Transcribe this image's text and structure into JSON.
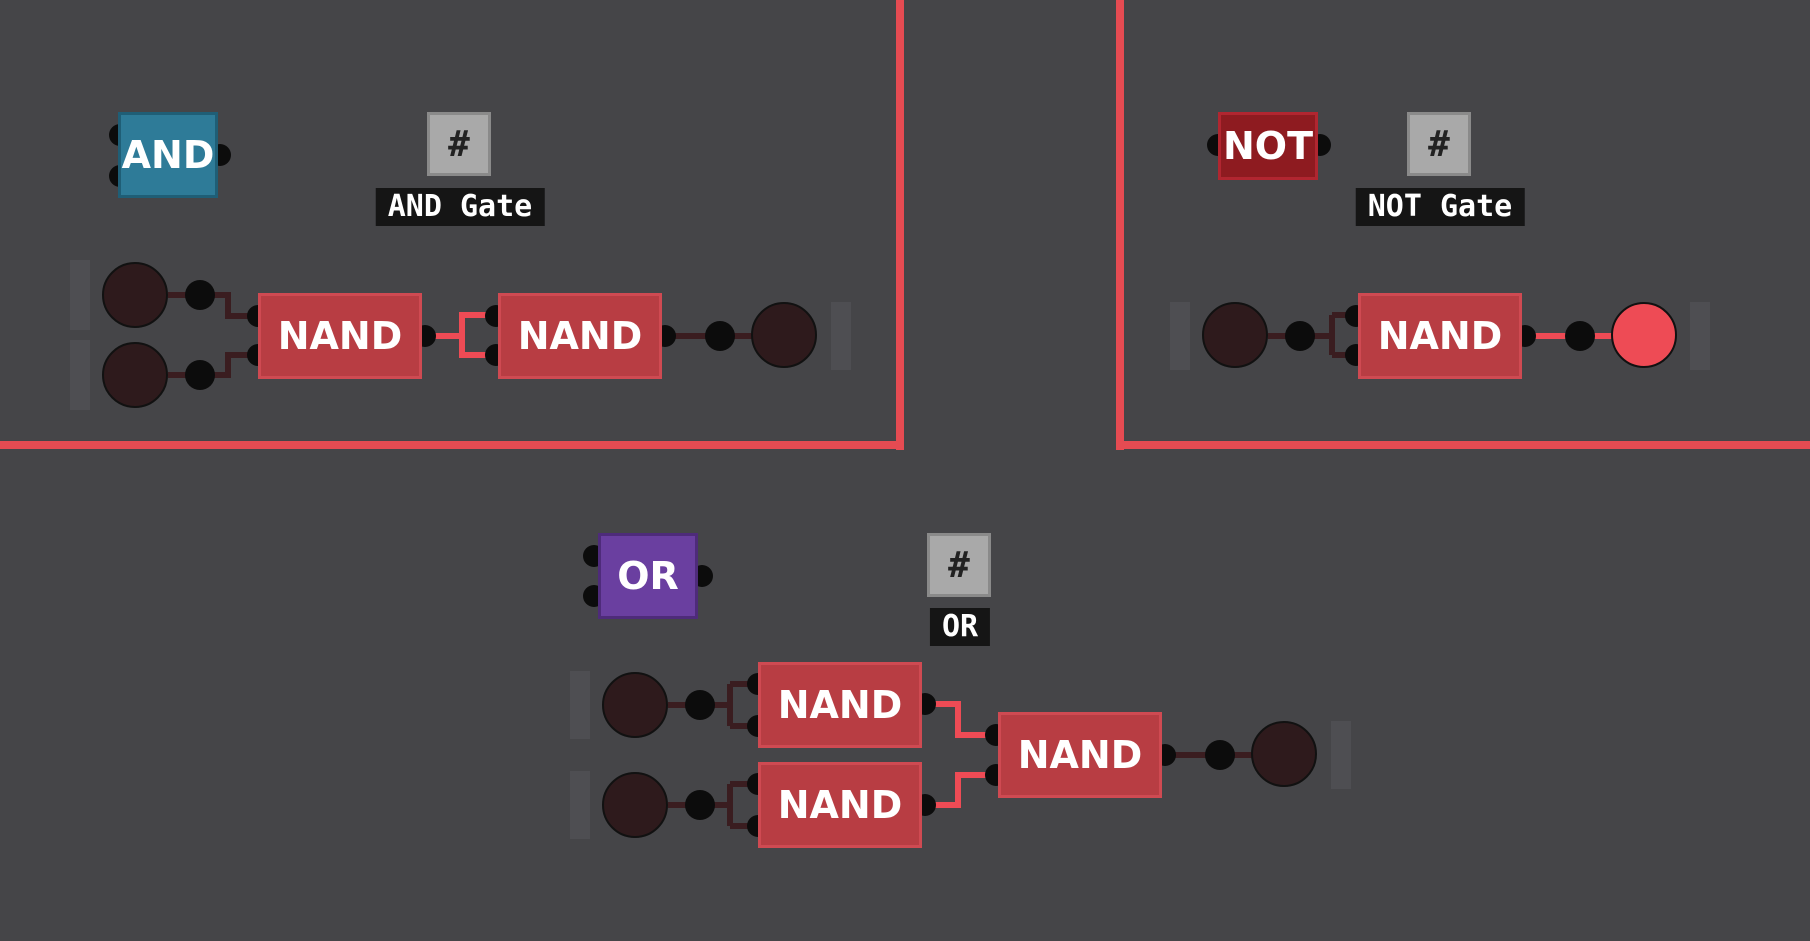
{
  "colors": {
    "background": "#454548",
    "separator": "#e54b52",
    "nand": "#b83d43",
    "and_chip": "#2e7b98",
    "or_chip": "#6a3fa0",
    "not_chip": "#8e1b20",
    "wire_on": "#ee4b55",
    "wire_off": "#3a1d20",
    "io_off": "#2e1a1c",
    "io_on": "#ee4b55"
  },
  "and_section": {
    "chip_label": "AND",
    "hash_label": "#",
    "title": "AND Gate",
    "gate1_label": "NAND",
    "gate2_label": "NAND"
  },
  "not_section": {
    "chip_label": "NOT",
    "hash_label": "#",
    "title": "NOT Gate",
    "gate_label": "NAND"
  },
  "or_section": {
    "chip_label": "OR",
    "hash_label": "#",
    "title": "OR",
    "gate1_label": "NAND",
    "gate2_label": "NAND",
    "gate3_label": "NAND"
  }
}
